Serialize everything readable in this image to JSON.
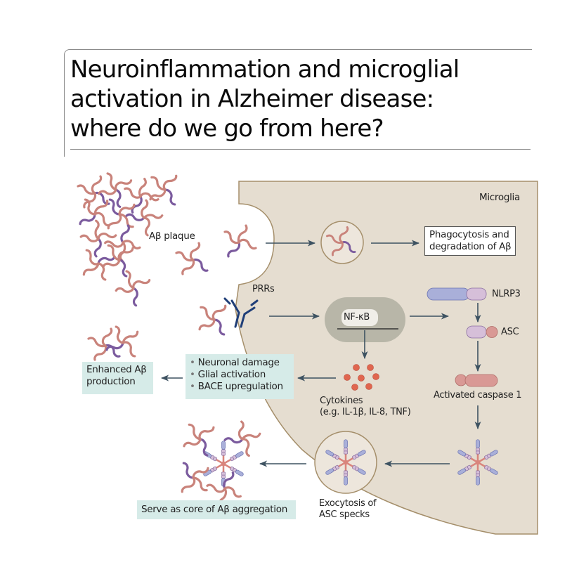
{
  "header": {
    "title_lines": [
      "Neuroinflammation and microglial",
      "activation in Alzheimer disease:",
      "where do we go from here?"
    ]
  },
  "figure": {
    "colors": {
      "microglia_fill": "#e5ddd0",
      "microglia_border": "#a58f6b",
      "arrow": "#3d5261",
      "amyloid_pink": "#c9837b",
      "amyloid_purple": "#7b5b9e",
      "receptor_blue": "#1f3e78",
      "nfkb_oval": "#b8b6a8",
      "nlrp3_blue": "#a9afd9",
      "nlrp3_lilac": "#d6bfd9",
      "caspase_pink": "#d99995",
      "cytokine_orange": "#e0664f",
      "info_box": "#d6ebe8"
    },
    "labels": {
      "microglia": "Microglia",
      "abeta_plaque": "Aβ plaque",
      "prrs": "PRRs",
      "nfkb": "NF-κB",
      "nlrp3": "NLRP3",
      "asc": "ASC",
      "activated_caspase": "Activated caspase 1",
      "cytokines_line1": "Cytokines",
      "cytokines_line2": "(e.g. IL-1β, IL-8, TNF)",
      "exocytosis_line1": "Exocytosis of",
      "exocytosis_line2": "ASC specks"
    },
    "boxes": {
      "phagocytosis": [
        "Phagocytosis and",
        "degradation of Aβ"
      ],
      "enhanced": [
        "Enhanced Aβ",
        "production"
      ],
      "effects": [
        "Neuronal damage",
        "Glial activation",
        "BACE upregulation"
      ],
      "core": "Serve as core of Aβ aggregation"
    }
  }
}
